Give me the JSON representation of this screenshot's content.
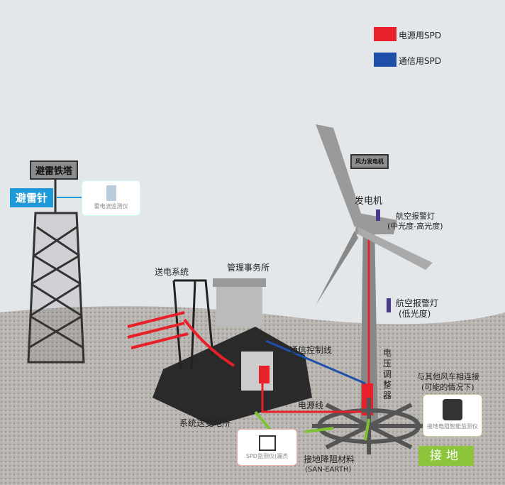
{
  "legend": {
    "power_spd": "电源用SPD",
    "comm_spd": "通信用SPD",
    "power_color": "#e8202a",
    "comm_color": "#1f4fa8"
  },
  "labels": {
    "tower": "避雷铁塔",
    "rod": "避雷针",
    "lightning_monitor": "雷电流监测仪",
    "wind_turbine": "风力发电机",
    "generator": "发电机",
    "aviation_light_high": "航空报警灯",
    "aviation_light_high_sub": "(中光度-高光度)",
    "transmission": "送电系统",
    "management": "管理事务所",
    "aviation_light_low": "航空报警灯",
    "aviation_light_low_sub": "(低光度)",
    "comm_line": "通信控制线",
    "voltage_regulator": "电压调整器",
    "connect_other": "与其他风车相连接",
    "connect_other_sub": "(可能的情况下)",
    "power_line": "电源线",
    "substation": "系统送变电所",
    "spd_monitor": "SPD监测仪(漏杰",
    "grounding_material": "接地降阻材料",
    "grounding_material_sub": "(SAN-EARTH)",
    "ground_monitor": "接地电阻智能监测仪",
    "ground": "接地"
  }
}
